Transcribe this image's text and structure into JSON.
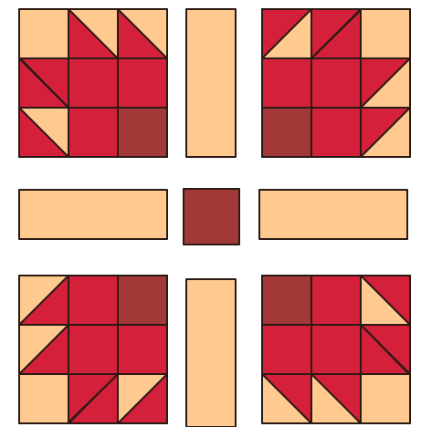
{
  "colors": {
    "background": "#ffffff",
    "light": "#ffc98f",
    "medium": "#d4203a",
    "dark": "#a33838",
    "outline": "#2a1a14"
  },
  "blocks": [
    {
      "name": "top-left-block",
      "rotation": 0
    },
    {
      "name": "top-right-block",
      "rotation": 90
    },
    {
      "name": "bottom-right-block",
      "rotation": 180
    },
    {
      "name": "bottom-left-block",
      "rotation": 270
    }
  ],
  "sashing_strips": [
    "top",
    "left",
    "right",
    "bottom"
  ],
  "cornerstone": "center"
}
